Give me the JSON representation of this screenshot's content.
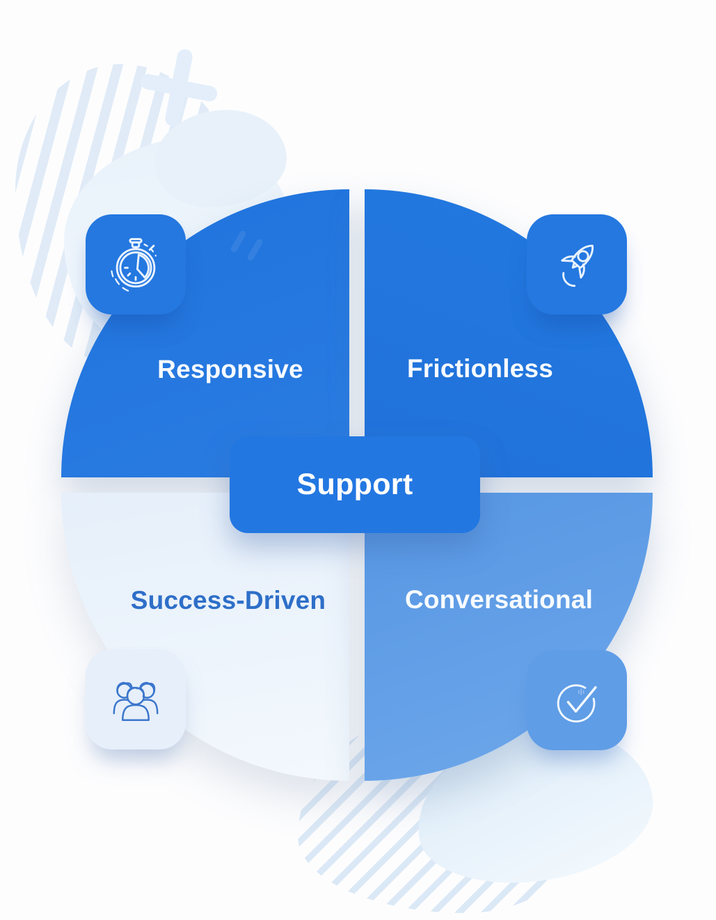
{
  "diagram": {
    "center": {
      "label": "Support"
    },
    "quadrants": [
      {
        "position": "top-left",
        "label": "Responsive",
        "icon": "stopwatch-icon"
      },
      {
        "position": "top-right",
        "label": "Frictionless",
        "icon": "rocket-icon"
      },
      {
        "position": "bottom-left",
        "label": "Success-Driven",
        "icon": "team-icon"
      },
      {
        "position": "bottom-right",
        "label": "Conversational",
        "icon": "check-circle-icon"
      }
    ],
    "colors": {
      "primary_blue": "#2277df",
      "support_button_blue": "#2377e1",
      "medium_blue_quadrant": "#5f9de6",
      "soft_blue_quadrant": "#e8f1fb",
      "light_label_blue": "#2e6fc8",
      "icon_stroke_light": "#eaf3fe",
      "icon_stroke_blue": "#3b76cc",
      "decor_stripe": "#dbe8f6",
      "decor_blob": "#e9f2fb"
    }
  }
}
